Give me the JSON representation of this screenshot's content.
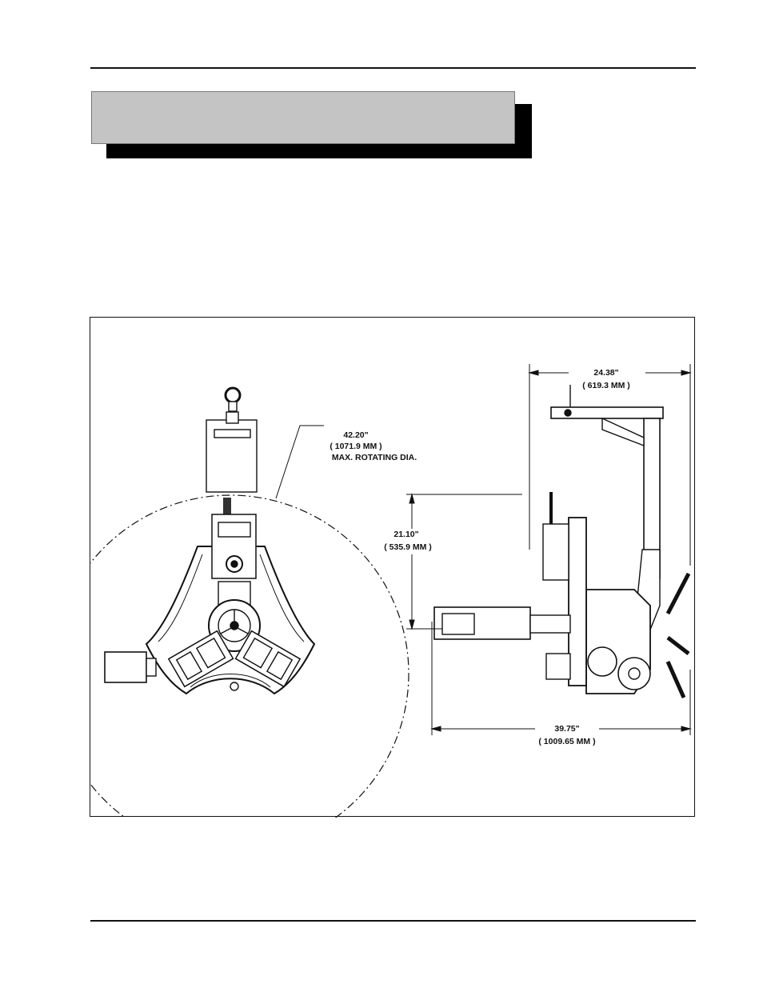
{
  "page": {
    "header_banner_text": ""
  },
  "figure": {
    "dimensions": {
      "rotating_dia": {
        "inches": "42.20\"",
        "mm": "( 1071.9 MM )",
        "note": "MAX. ROTATING DIA."
      },
      "height": {
        "inches": "24.38\"",
        "mm": "( 619.3 MM )"
      },
      "offset": {
        "inches": "21.10\"",
        "mm": "( 535.9 MM )"
      },
      "length": {
        "inches": "39.75\"",
        "mm": "( 1009.65 MM )"
      }
    }
  }
}
